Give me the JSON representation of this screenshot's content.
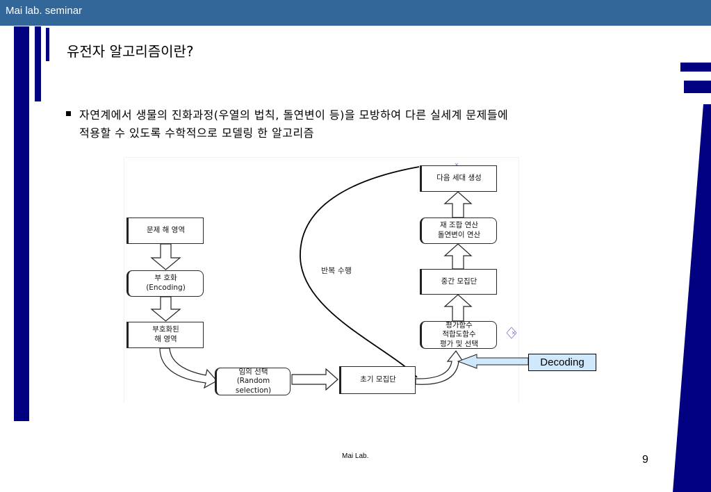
{
  "header": {
    "title": "Mai lab. seminar"
  },
  "slide": {
    "title": "유전자 알고리즘이란?",
    "bullet_line_1": "자연계에서 생물의 진화과정(우열의 법칙, 돌연변이 등)을 모방하여 다른 실세계 문제들에",
    "bullet_line_2": "적용할 수 있도록 수학적으로 모델링 한 알고리즘"
  },
  "diagram": {
    "problem_domain": "문제 해 영역",
    "encoding": "부 호화\n(Encoding)",
    "encoded_domain": "부호화된\n해 영역",
    "random_selection": "임의 선택\n(Random\nselection)",
    "initial_population": "초기  모집단",
    "fitness_eval": "평가함수\n적합도함수\n평가 및 선택",
    "intermediate_population": "중간 모집단",
    "crossover_mutation": "재 조합 연산\n돌연변이 연산",
    "next_generation": "다음 세대 생성",
    "iteration_label": "반복 수행",
    "decoding_callout": "Decoding"
  },
  "colors": {
    "header_bar": "#336699",
    "side_bars": "#000080",
    "decoding_fill": "#cfe8fb"
  },
  "footer": {
    "lab": "Mai Lab.",
    "page_number": "9"
  }
}
